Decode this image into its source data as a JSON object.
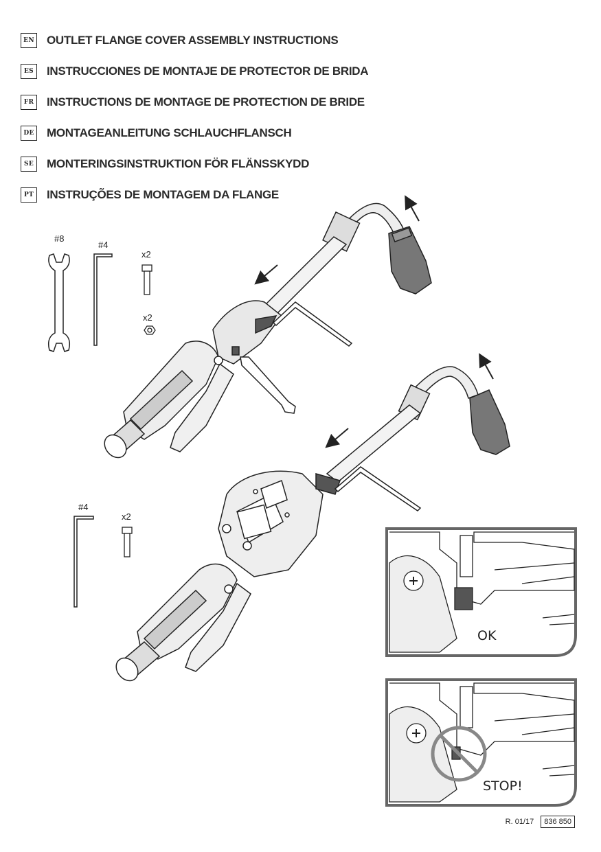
{
  "titles": [
    {
      "code": "EN",
      "text": "OUTLET FLANGE COVER ASSEMBLY INSTRUCTIONS"
    },
    {
      "code": "ES",
      "text": "INSTRUCCIONES DE MONTAJE DE PROTECTOR DE BRIDA"
    },
    {
      "code": "FR",
      "text": "INSTRUCTIONS DE MONTAGE DE PROTECTION DE BRIDE"
    },
    {
      "code": "DE",
      "text": "MONTAGEANLEITUNG SCHLAUCHFLANSCH"
    },
    {
      "code": "SE",
      "text": "MONTERINGSINSTRUKTION FÖR FLÄNSSKYDD"
    },
    {
      "code": "PT",
      "text": "INSTRUÇÕES DE MONTAGEM DA FLANGE"
    }
  ],
  "step1": {
    "wrench_size": "#8",
    "hex_key_size": "#4",
    "screw_qty": "x2",
    "nut_qty": "x2"
  },
  "step2": {
    "hex_key_size": "#4",
    "screw_qty": "x2"
  },
  "details": {
    "ok_label": "OK",
    "stop_label": "STOP!"
  },
  "footer": {
    "revision": "R. 01/17",
    "doc_number": "836 850"
  }
}
